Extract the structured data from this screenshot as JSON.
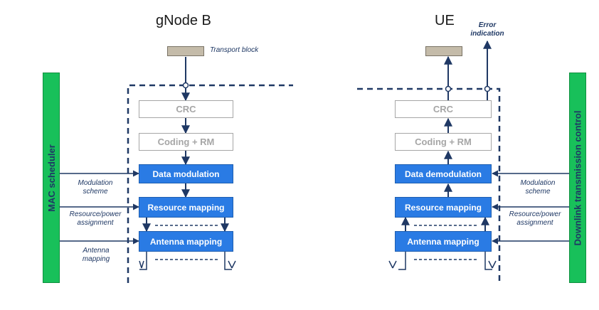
{
  "titles": {
    "left": "gNode B",
    "right": "UE"
  },
  "labels": {
    "transport_block": "Transport block",
    "error_indication": "Error\nindication",
    "mac_scheduler": "MAC scheduler",
    "downlink_control": "Downlink transmission control"
  },
  "left_blocks": {
    "crc": "CRC",
    "coding": "Coding + RM",
    "modulation": "Data modulation",
    "resource": "Resource mapping",
    "antenna": "Antenna mapping"
  },
  "right_blocks": {
    "crc": "CRC",
    "coding": "Coding + RM",
    "demodulation": "Data demodulation",
    "resource": "Resource mapping",
    "antenna": "Antenna mapping"
  },
  "left_notes": {
    "modulation": "Modulation\nscheme",
    "resource": "Resource/power\nassignment",
    "antenna": "Antenna\nmapping"
  },
  "right_notes": {
    "modulation": "Modulation\nscheme",
    "resource": "Resource/power\nassignment"
  },
  "colors": {
    "accent_blue": "#2a7be4",
    "green": "#18c05a",
    "dark_navy": "#1f3864"
  }
}
